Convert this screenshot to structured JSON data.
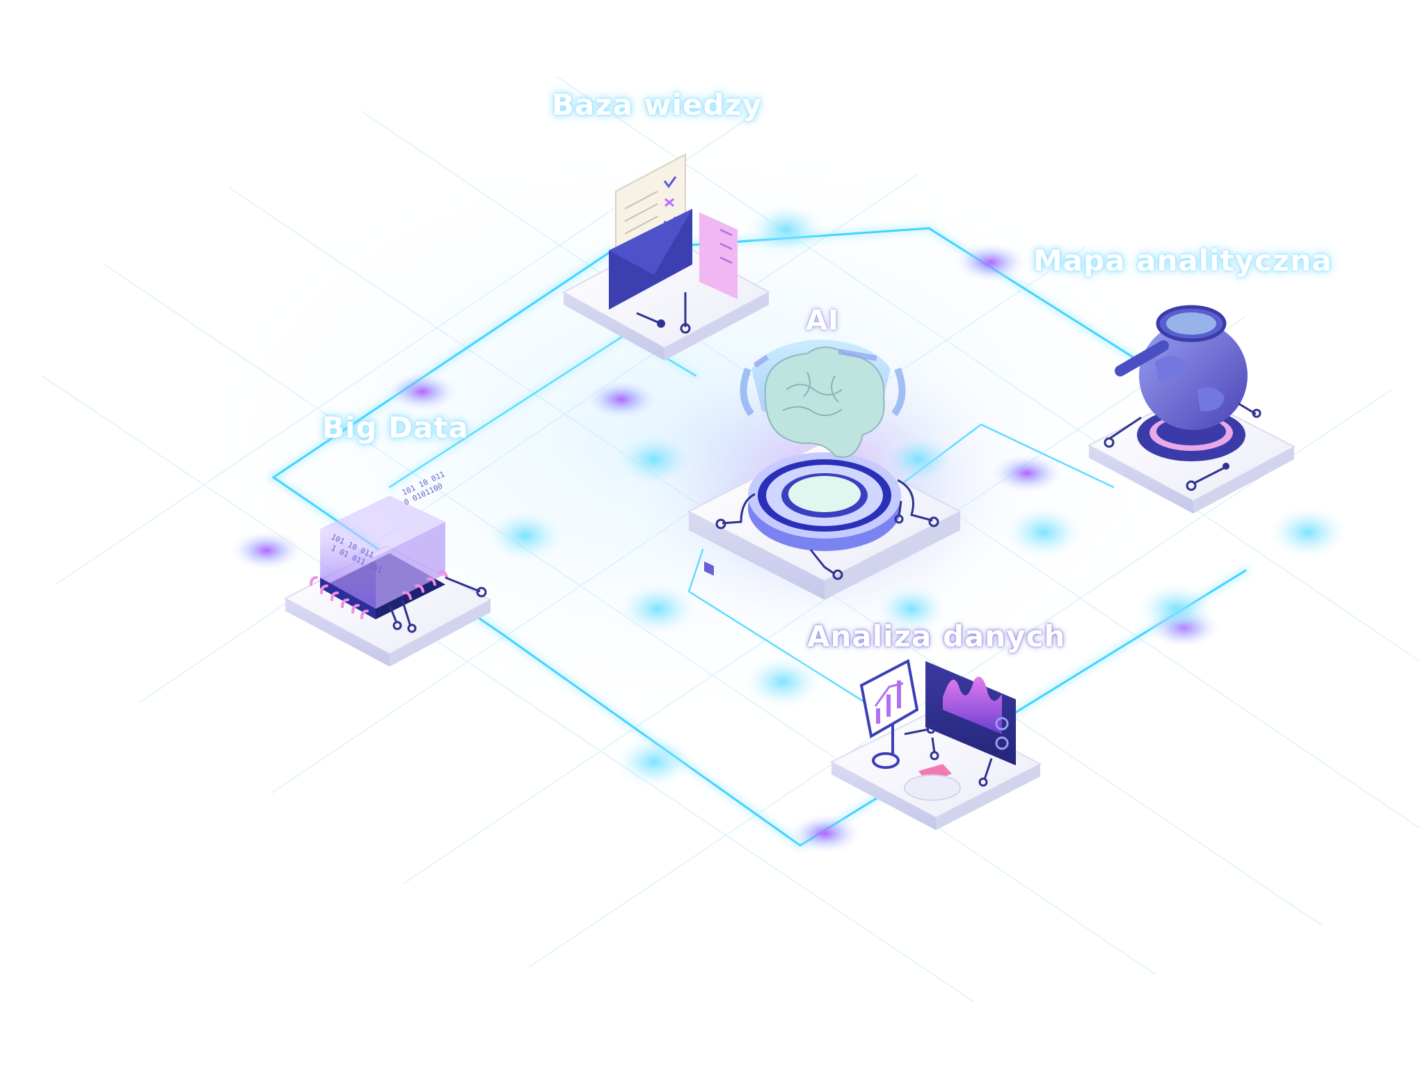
{
  "labels": {
    "baza_wiedzy": "Baza wiedzy",
    "mapa_analityczna": "Mapa analityczna",
    "ai": "AI",
    "big_data": "Big Data",
    "analiza_danych": "Analiza danych"
  },
  "binary_text": {
    "row1": "101 10 011",
    "row2": "0 0101100",
    "row3": "1 01 011 101"
  },
  "colors": {
    "glow_cyan": "#5fd8ff",
    "accent_purple": "#b56cff",
    "accent_pink": "#f18adf",
    "indigo": "#3a3fb8",
    "platform": "#f1f1f9"
  },
  "icons": [
    "document-envelope-icon",
    "brain-icon",
    "globe-magnifier-icon",
    "data-chip-icon",
    "analytics-charts-icon"
  ]
}
